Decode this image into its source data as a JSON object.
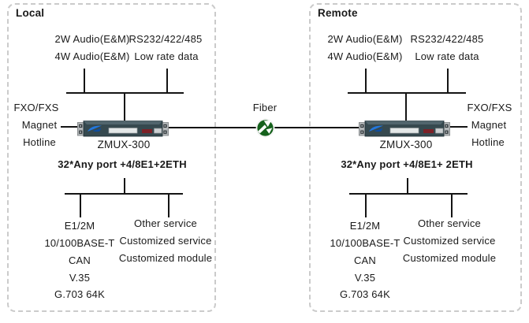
{
  "colors": {
    "text": "#1a1a1a",
    "line": "#141414",
    "box_border": "#cbcbcb",
    "device_body": "#36494f",
    "device_ear": "#b3b7b9",
    "device_logo_blue": "#2277dd",
    "device_display": "#e4e8e8",
    "device_red_bar": "#7c2127",
    "fiber_green": "#15611c"
  },
  "fiber": {
    "label": "Fiber"
  },
  "local": {
    "title": "Local",
    "top_labels": {
      "row1_left": "2W Audio(E&M)",
      "row1_right": "RS232/422/485",
      "row2_left": "4W Audio(E&M)",
      "row2_right": "Low rate data"
    },
    "side_labels": {
      "line1": "FXO/FXS",
      "line2": "Magnet",
      "line3": "Hotline"
    },
    "device_name": "ZMUX-300",
    "capacity": "32*Any port +4/8E1+2ETH",
    "services_left": [
      "E1/2M",
      "10/100BASE-T",
      "CAN",
      "V.35",
      "G.703 64K"
    ],
    "services_right": [
      "Other service",
      "Customized service",
      "Customized module"
    ]
  },
  "remote": {
    "title": "Remote",
    "top_labels": {
      "row1_left": "2W Audio(E&M)",
      "row1_right": "RS232/422/485",
      "row2_left": "4W Audio(E&M)",
      "row2_right": "Low rate data"
    },
    "side_labels": {
      "line1": "FXO/FXS",
      "line2": "Magnet",
      "line3": "Hotline"
    },
    "device_name": "ZMUX-300",
    "capacity": "32*Any port +4/8E1+ 2ETH",
    "services_left": [
      "E1/2M",
      "10/100BASE-T",
      "CAN",
      "V.35",
      "G.703 64K"
    ],
    "services_right": [
      "Other service",
      "Customized service",
      "Customized module"
    ]
  }
}
